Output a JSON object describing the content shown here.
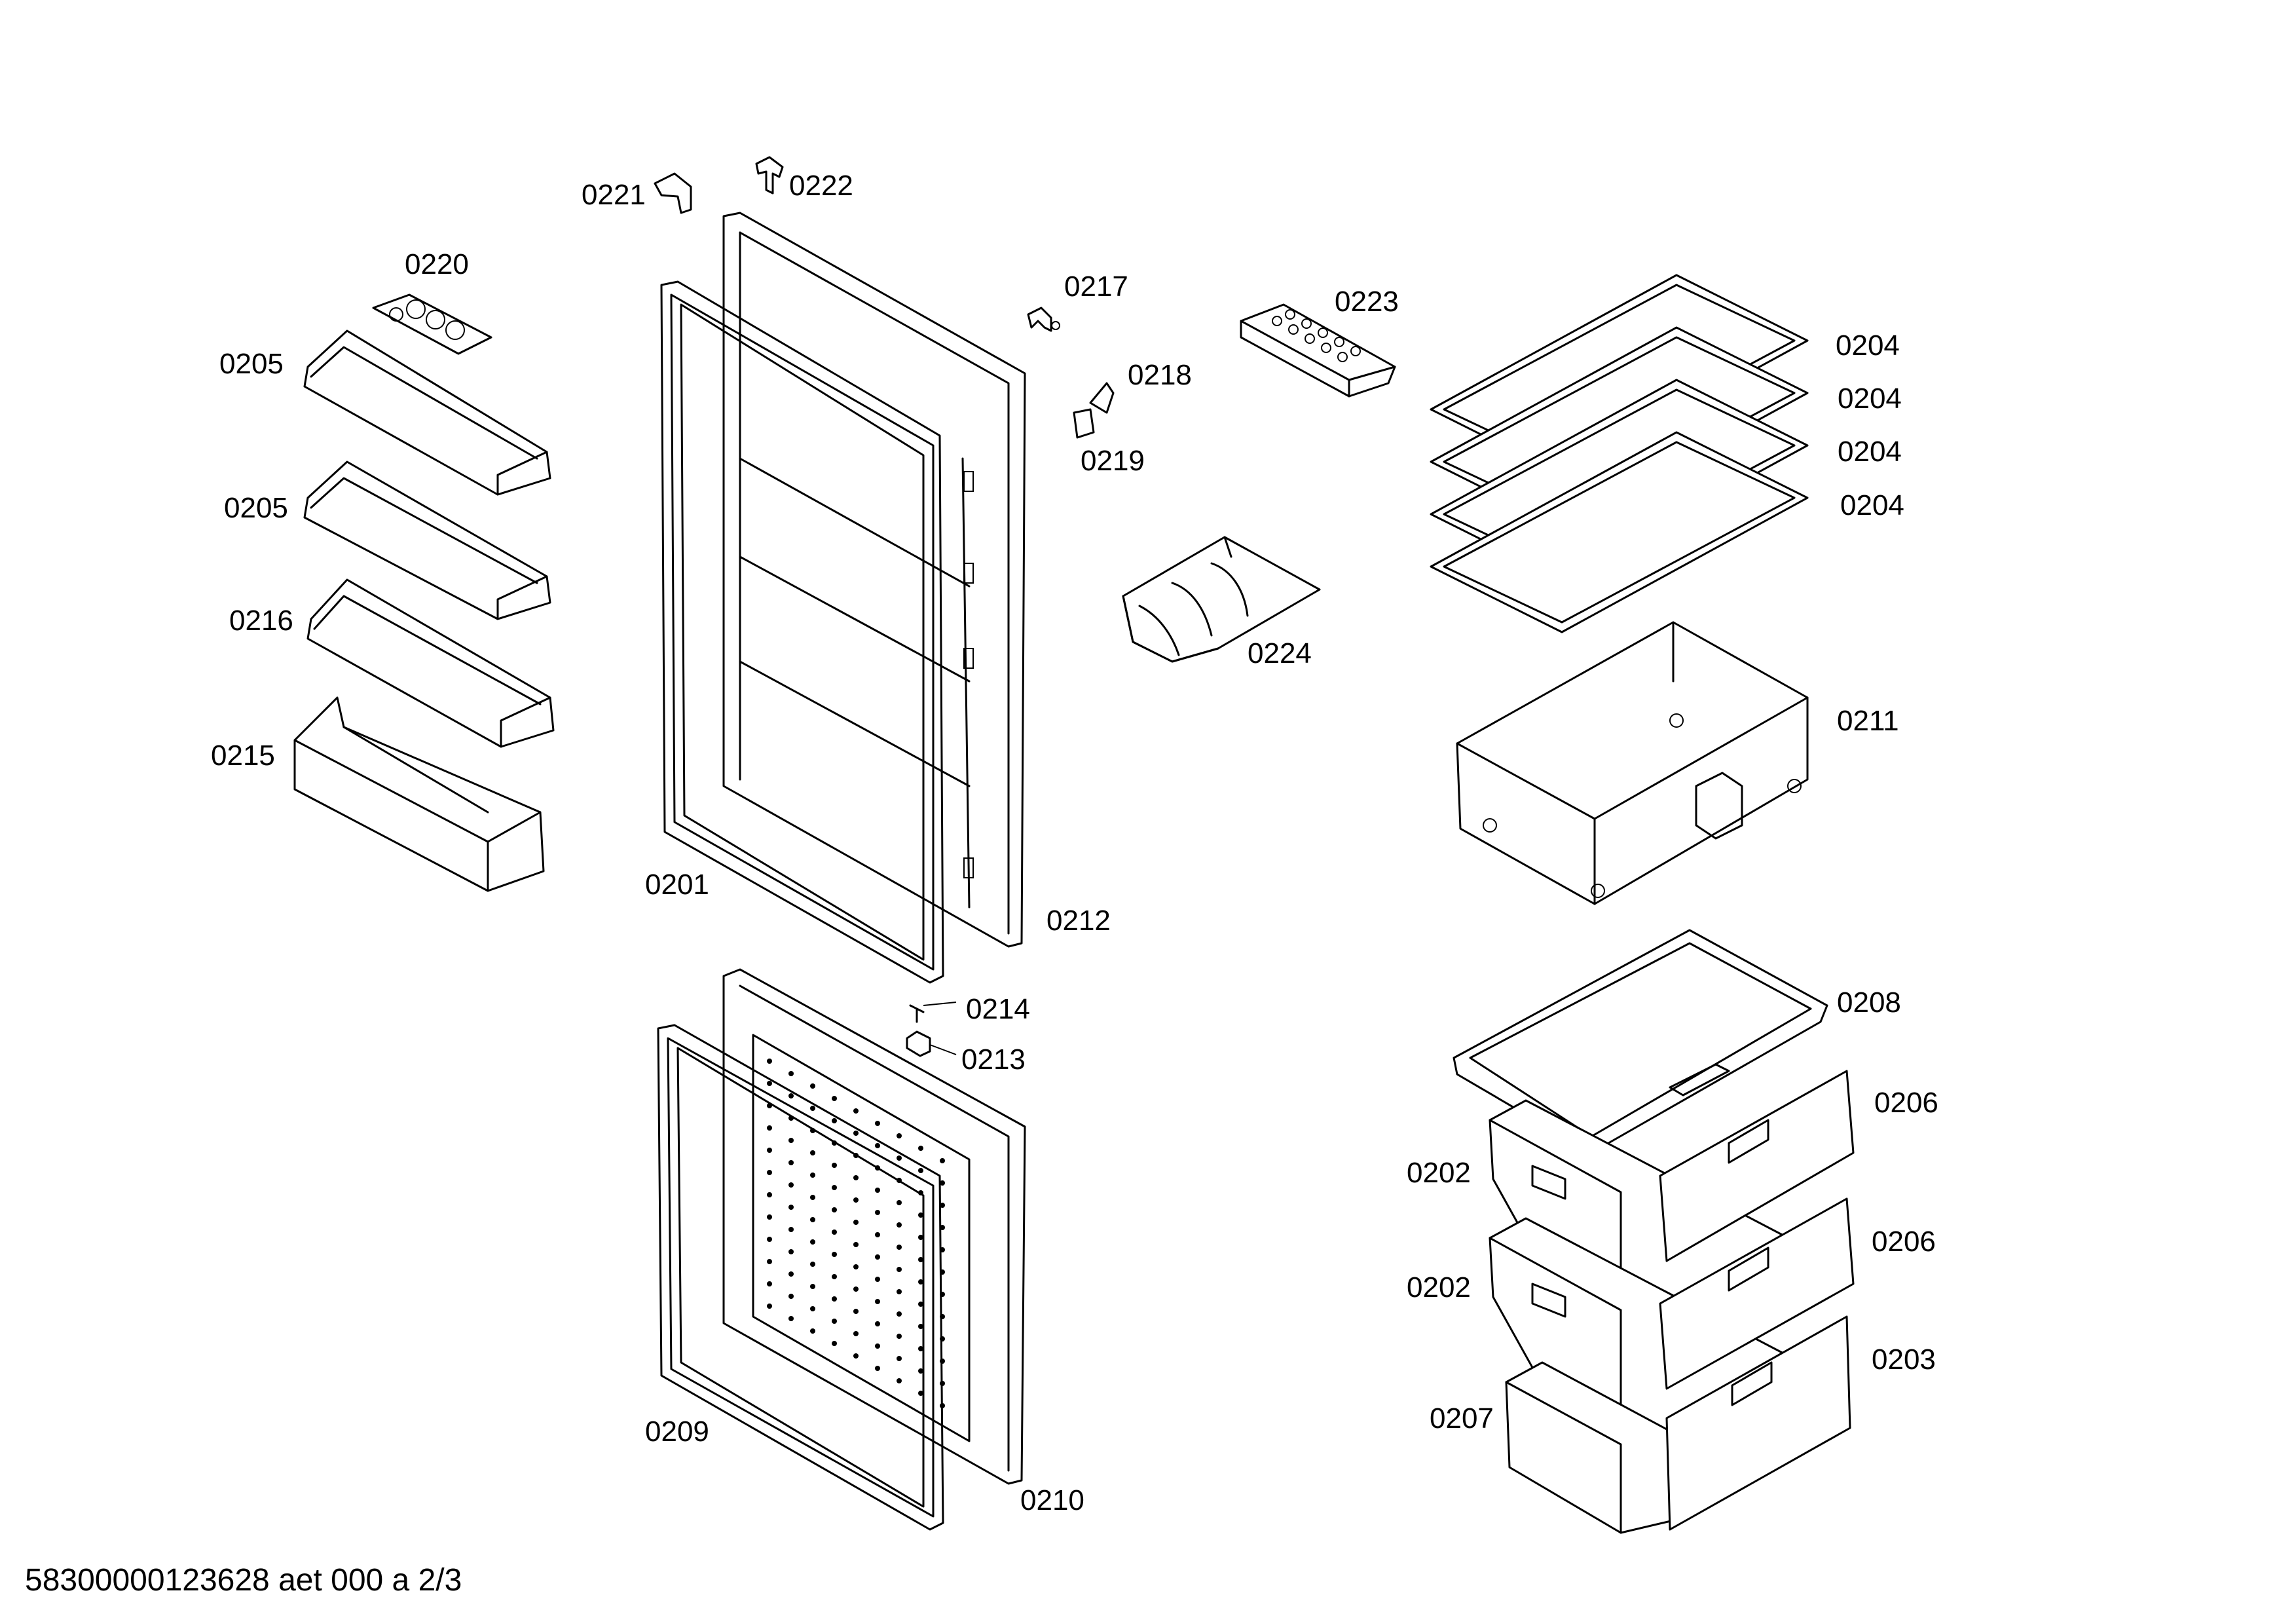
{
  "labels": {
    "p0221": "0221",
    "p0222": "0222",
    "p0220": "0220",
    "p0217": "0217",
    "p0223": "0223",
    "p0205a": "0205",
    "p0218": "0218",
    "p0219": "0219",
    "p0205b": "0205",
    "p0216": "0216",
    "p0224": "0224",
    "p0215": "0215",
    "p0201": "0201",
    "p0212": "0212",
    "p0214": "0214",
    "p0213": "0213",
    "p0209": "0209",
    "p0210": "0210",
    "p0204a": "0204",
    "p0204b": "0204",
    "p0204c": "0204",
    "p0204d": "0204",
    "p0211": "0211",
    "p0208": "0208",
    "p0206a": "0206",
    "p0202a": "0202",
    "p0206b": "0206",
    "p0202b": "0202",
    "p0203": "0203",
    "p0207": "0207"
  },
  "footer": {
    "document_code": "58300000123628 aet 000 a 2/3"
  }
}
